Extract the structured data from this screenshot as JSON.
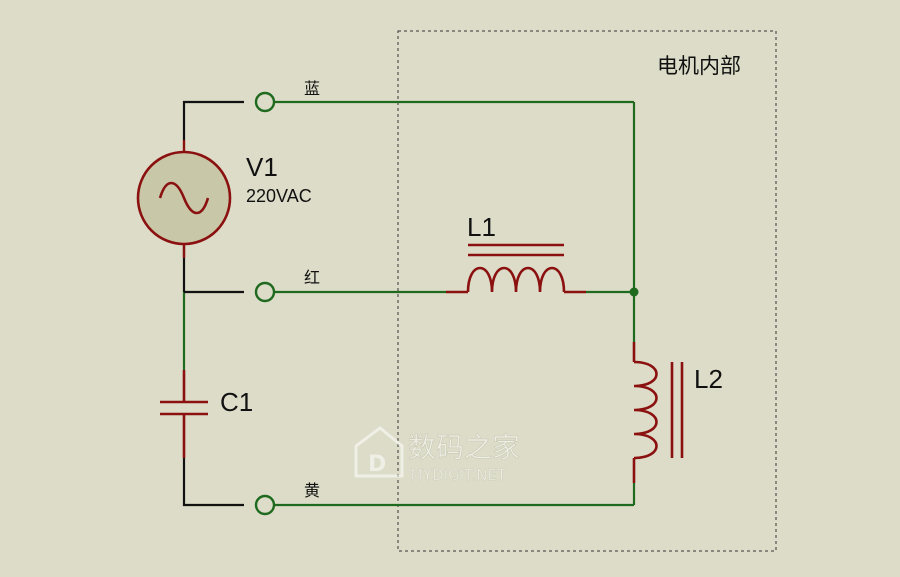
{
  "colors": {
    "background": "#dcdcc8",
    "wire": "#1f6a1f",
    "lead": "#111111",
    "component": "#8b1010",
    "source_fill": "#c8c8a8",
    "terminal": "#1f6a1f",
    "frame": "#333333"
  },
  "region": {
    "title": "电机内部"
  },
  "source": {
    "ref": "V1",
    "value": "220VAC"
  },
  "capacitor": {
    "ref": "C1"
  },
  "inductors": [
    {
      "ref": "L1"
    },
    {
      "ref": "L2"
    }
  ],
  "terminals": [
    {
      "wire_label": "蓝"
    },
    {
      "wire_label": "红"
    },
    {
      "wire_label": "黄"
    }
  ],
  "watermark": {
    "cn": "数码之家",
    "en": "MYDIGIT.NET"
  }
}
